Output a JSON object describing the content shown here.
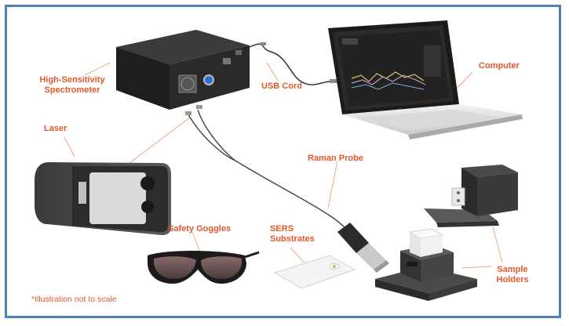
{
  "labels": {
    "spectrometer": [
      "High-Sensitivity",
      "Spectrometer"
    ],
    "usb_cord": "USB Cord",
    "computer": "Computer",
    "laser": "Laser",
    "raman_probe": "Raman Probe",
    "safety_goggles": "Safety Goggles",
    "sers_substrates": [
      "SERS",
      "Substrates"
    ],
    "sample_holders": [
      "Sample",
      "Holders"
    ]
  },
  "footnote": "*Illustration not to scale",
  "colors": {
    "label": "#e2572b",
    "frame_border": "#4f81bd",
    "leader_line": "#f0a58a"
  }
}
